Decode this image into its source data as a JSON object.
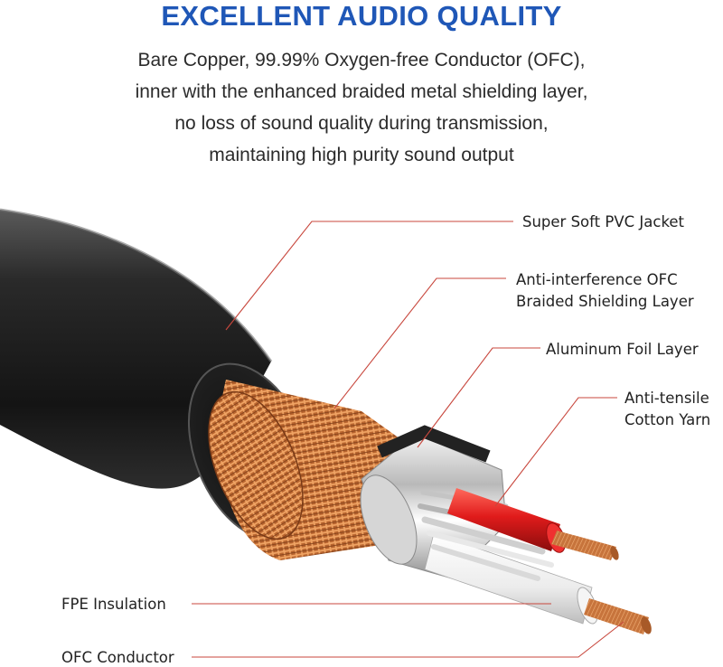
{
  "heading": "EXCELLENT AUDIO QUALITY",
  "description": [
    "Bare Copper, 99.99% Oxygen-free Conductor (OFC),",
    "inner with the enhanced braided metal shielding layer,",
    "no loss of sound quality during transmission,",
    "maintaining high purity sound output"
  ],
  "labels": {
    "jacket": "Super Soft PVC Jacket",
    "shield_1": "Anti-interference OFC",
    "shield_2": "Braided Shielding Layer",
    "foil": "Aluminum Foil Layer",
    "yarn_1": "Anti-tensile",
    "yarn_2": "Cotton Yarn",
    "fpe": "FPE Insulation",
    "ofc": "OFC Conductor"
  },
  "colors": {
    "heading": "#1f57b7",
    "leader_lines": "#c8473d",
    "jacket": "#1e1e1e",
    "copper": "#c8733a",
    "red_wire": "#e01b1b"
  }
}
